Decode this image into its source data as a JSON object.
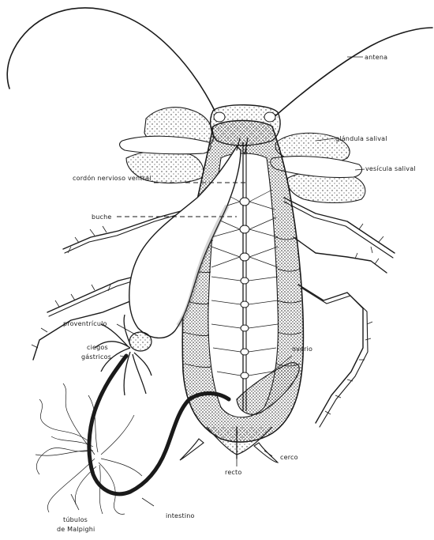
{
  "diagram": {
    "labels": {
      "antena": "antena",
      "glandula_salival": "glándula salival",
      "vesicula_salival": "vesícula salival",
      "cordon_nervioso_ventral": "cordón nervioso ventral",
      "buche": "buche",
      "proventriculo": "proventrículo",
      "ciegos_gastricos_l1": "ciegos",
      "ciegos_gastricos_l2": "gástricos",
      "ovario": "ovario",
      "cerco": "cerco",
      "recto": "recto",
      "intestino": "intestino",
      "tubulos_malpighi_l1": "túbulos",
      "tubulos_malpighi_l2": "de Malpighi"
    }
  }
}
